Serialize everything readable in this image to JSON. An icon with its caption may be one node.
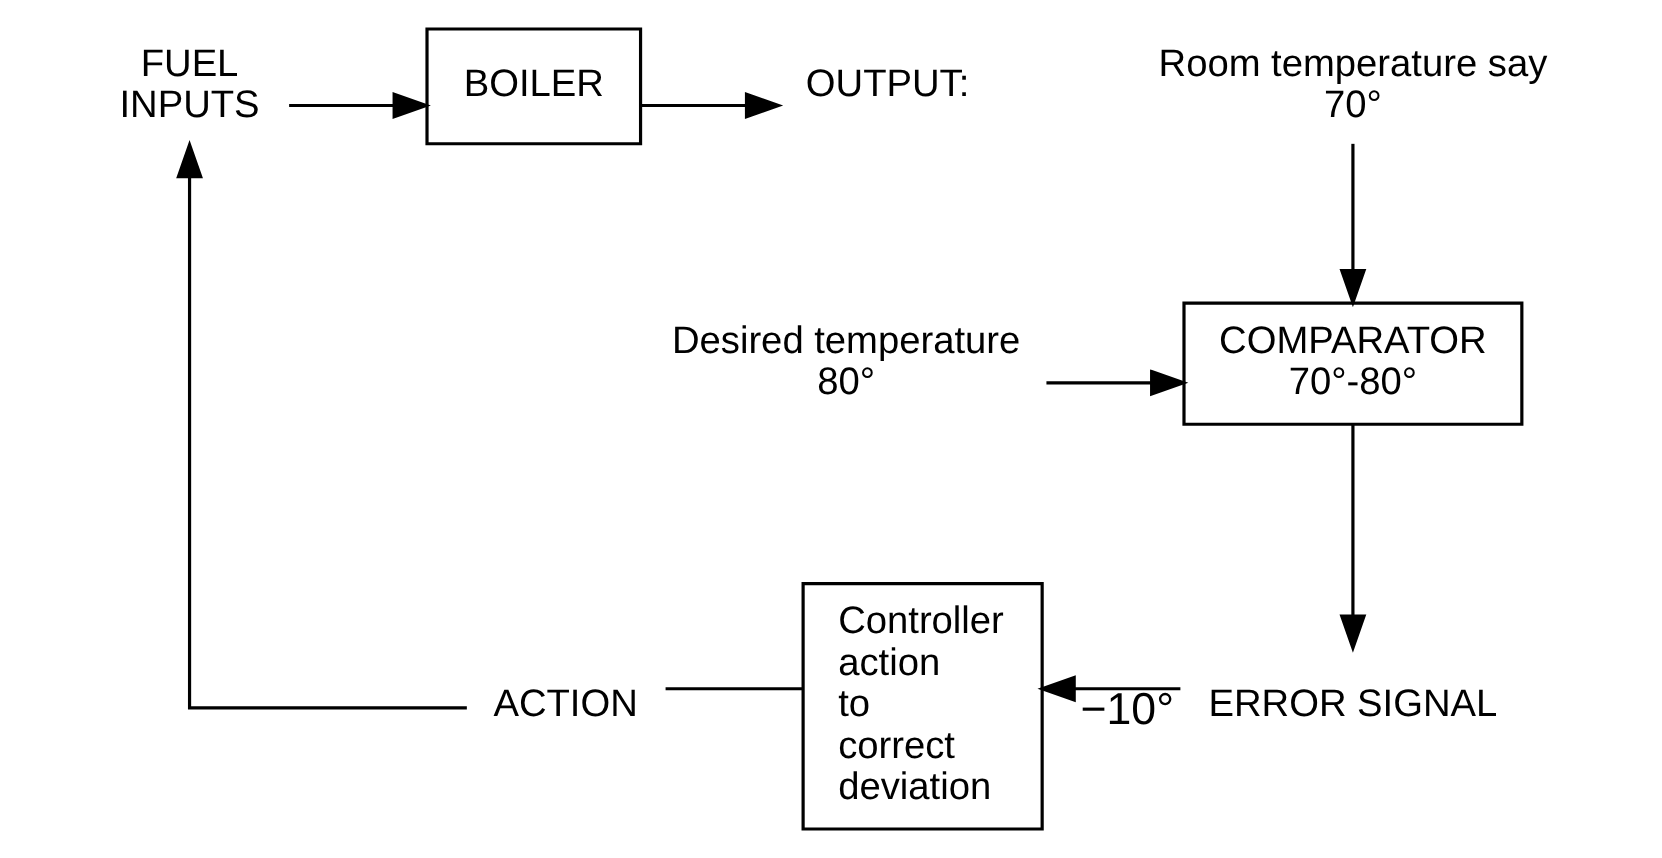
{
  "diagram": {
    "nodes": [
      {
        "text": [
          "FUEL INPUTS"
        ]
      },
      {
        "text": [
          "BOILER"
        ]
      },
      {
        "text": [
          "OUTPUT:"
        ]
      },
      {
        "text": [
          "Room temperature say 70°"
        ]
      },
      {
        "text": [
          "Desired temperature 80°"
        ]
      },
      {
        "text": [
          "COMPARATOR",
          "70°-80°"
        ]
      },
      {
        "text": [
          "ERROR SIGNAL"
        ]
      },
      {
        "text": [
          "Controller action to correct deviation"
        ]
      },
      {
        "text": [
          "ACTION"
        ]
      }
    ],
    "edges": [
      {
        "from": 0,
        "to": 1,
        "arrow": "to"
      },
      {
        "from": 1,
        "to": 2,
        "arrow": "to"
      },
      {
        "from": 3,
        "to": 5,
        "arrow": "to"
      },
      {
        "from": 4,
        "to": 5,
        "arrow": "to"
      },
      {
        "from": 5,
        "to": 6,
        "arrow": "to"
      },
      {
        "from": 6,
        "to": 7,
        "arrow": "to",
        "label": "−10°"
      },
      {
        "from": 7,
        "to": 8,
        "arrow": "none"
      },
      {
        "from": 8,
        "to": 0,
        "arrow": "to"
      }
    ]
  }
}
